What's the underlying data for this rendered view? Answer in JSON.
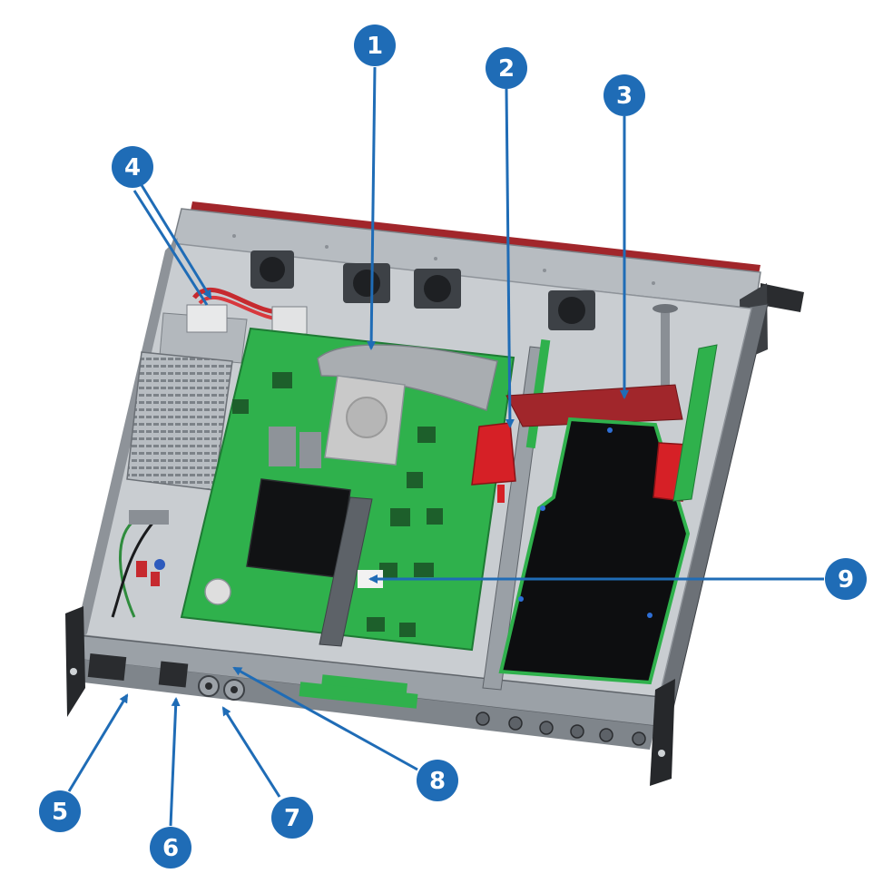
{
  "figure": {
    "title": "",
    "colors": {
      "callout": "#1f6cb6",
      "callout_text": "#ffffff",
      "chassis_light": "#c4c8cc",
      "chassis_mid": "#9ca2a8",
      "chassis_dark": "#5d6268",
      "pcb_green": "#2fb14c",
      "pcb_dark_green": "#1e7a34",
      "heatsink_black": "#111214",
      "cable_red": "#b8262b",
      "cable_grey": "#a9adb1"
    }
  },
  "callouts": [
    {
      "label": "1",
      "target": "ribbon-cable"
    },
    {
      "label": "2",
      "target": "red-connector"
    },
    {
      "label": "3",
      "target": "red-ribbon-cable"
    },
    {
      "label": "4",
      "target": "power-connector"
    },
    {
      "label": "5",
      "target": "mains-inlet"
    },
    {
      "label": "6",
      "target": "power-switch"
    },
    {
      "label": "7",
      "target": "bnc-connectors"
    },
    {
      "label": "8",
      "target": "front-panel-edge"
    },
    {
      "label": "9",
      "target": "pcb-slot"
    }
  ]
}
